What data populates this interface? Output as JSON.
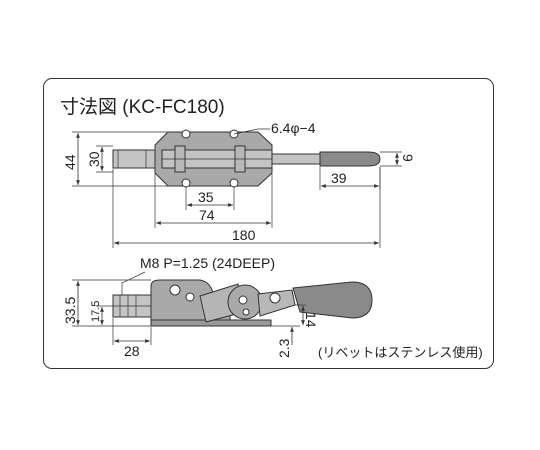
{
  "title": "寸法図 (KC-FC180)",
  "top_view": {
    "hole_spec": "6.4φ−4",
    "dim_height_outer": "44",
    "dim_height_inner": "30",
    "dim_hole_pitch": "35",
    "dim_base_length": "74",
    "dim_overall_length": "180",
    "dim_handle_length": "39",
    "dim_handle_dia": "9"
  },
  "side_view": {
    "thread_spec": "M8  P=1.25  (24DEEP)",
    "dim_height": "33.5",
    "dim_plunger_center": "17.5",
    "dim_plunger_length": "28",
    "dim_base_thickness": "2.3",
    "dim_offset": "14",
    "note": "(リベットはステンレス使用)"
  },
  "colors": {
    "part_fill": "#a9a9a9",
    "part_fill_light": "#c4c4c4",
    "handle_fill": "#8a8a8a",
    "line": "#333333"
  }
}
